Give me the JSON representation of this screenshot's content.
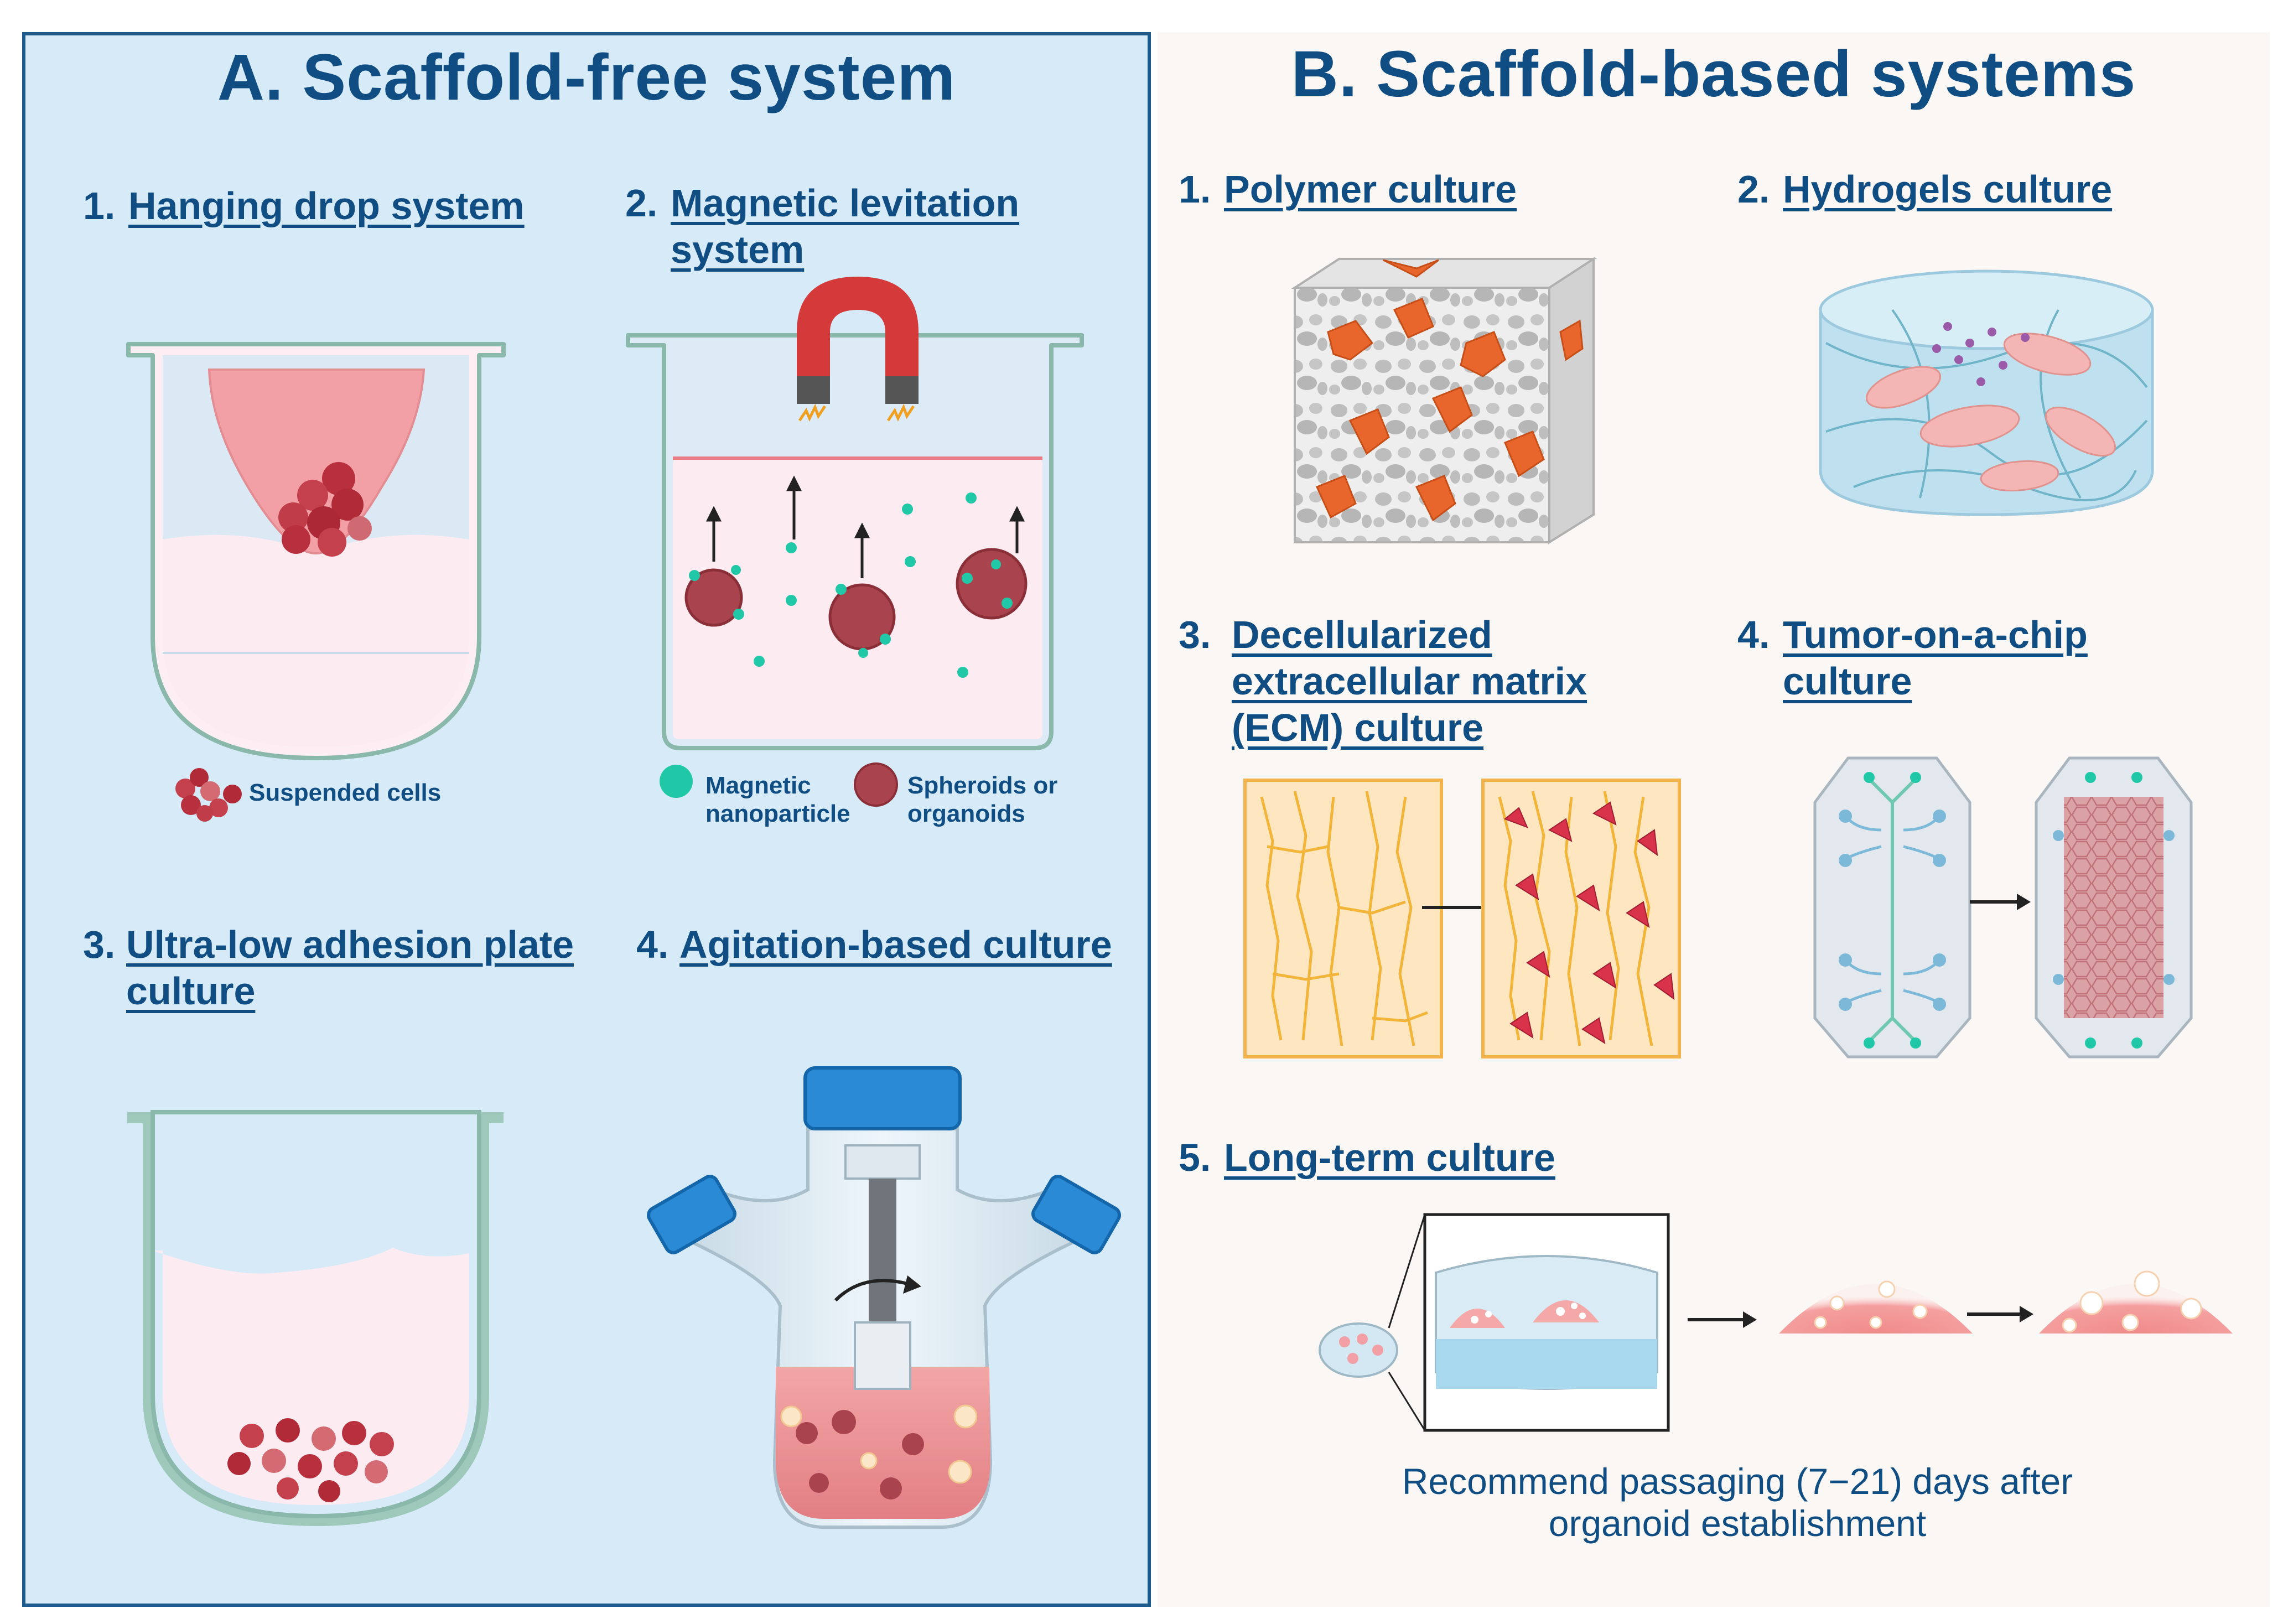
{
  "panel_a": {
    "title": "A. Scaffold-free system",
    "sections": [
      {
        "num": "1.",
        "name": "Hanging drop system"
      },
      {
        "num": "2.",
        "name": "Magnetic levitation system"
      },
      {
        "num": "3.",
        "name": "Ultra-low adhesion plate culture"
      },
      {
        "num": "4.",
        "name": "Agitation-based culture"
      }
    ],
    "labels": {
      "suspended_cells": "Suspended cells",
      "magnetic_nanoparticle": "Magnetic nanoparticle",
      "spheroids": "Spheroids or organoids"
    }
  },
  "panel_b": {
    "title": "B. Scaffold-based systems",
    "sections": [
      {
        "num": "1.",
        "name": "Polymer culture"
      },
      {
        "num": "2.",
        "name": "Hydrogels culture"
      },
      {
        "num": "3.",
        "name": "Decellularized extracellular matrix (ECM) culture"
      },
      {
        "num": "4.",
        "name": "Tumor-on-a-chip culture"
      },
      {
        "num": "5.",
        "name": "Long-term culture"
      }
    ],
    "caption": "Recommend passaging (7−21) days after organoid establishment"
  },
  "colors": {
    "panel_a_bg": "#d6eaf8",
    "panel_a_border": "#1c5a8c",
    "panel_b_bg": "#fbf7f5",
    "title_text": "#0f4d82",
    "cell_red": "#b23040",
    "nanoparticle": "#21c8a8",
    "magnet_red": "#d43a3a",
    "scaffold_orange": "#e8662c",
    "matrix_yellow": "#f2b53a"
  }
}
